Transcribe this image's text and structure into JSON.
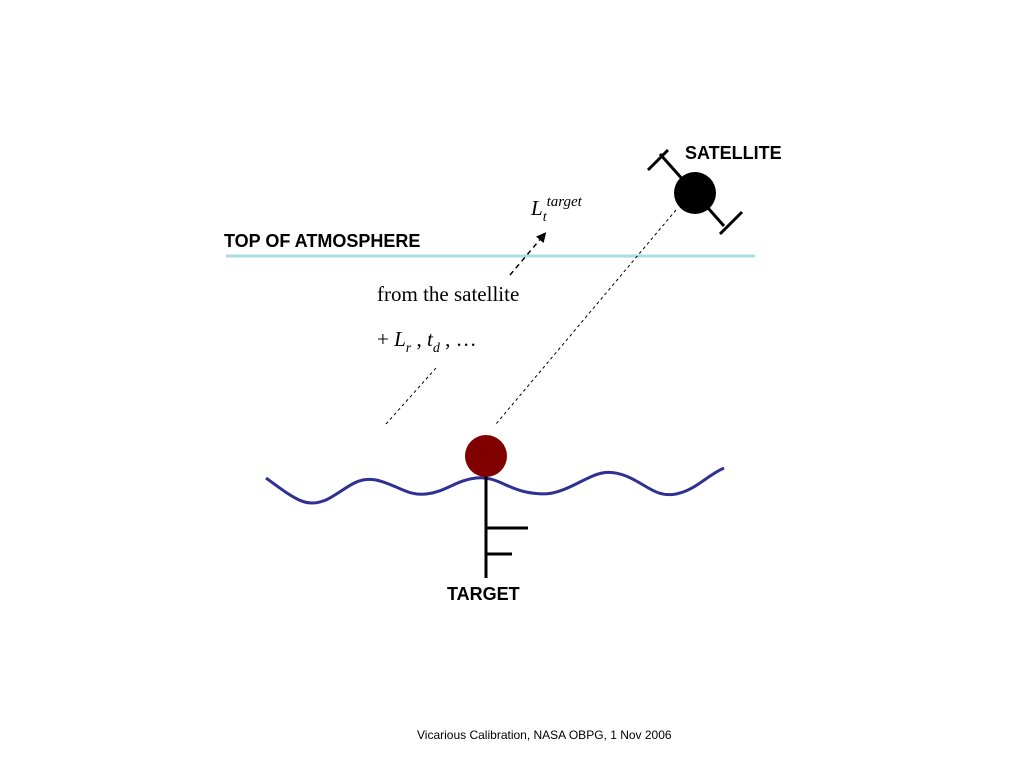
{
  "satellite": {
    "label": "SATELLITE"
  },
  "atmosphere": {
    "label": "TOP OF ATMOSPHERE",
    "line_color": "#a8dce8"
  },
  "target": {
    "label": "TARGET",
    "buoy_color": "#800000"
  },
  "water": {
    "color": "#2e3192"
  },
  "radiance": {
    "symbol": "L",
    "subscript": "t",
    "superscript": "target"
  },
  "annotation": {
    "line1": "from the satellite",
    "plus": "+",
    "lr_symbol": "L",
    "lr_sub": "r",
    "sep1": ",",
    "td_symbol": "t",
    "td_sub": "d",
    "sep2": ",",
    "ellipsis": "…"
  },
  "footer": {
    "text": "Vicarious Calibration, NASA OBPG, 1 Nov 2006"
  }
}
